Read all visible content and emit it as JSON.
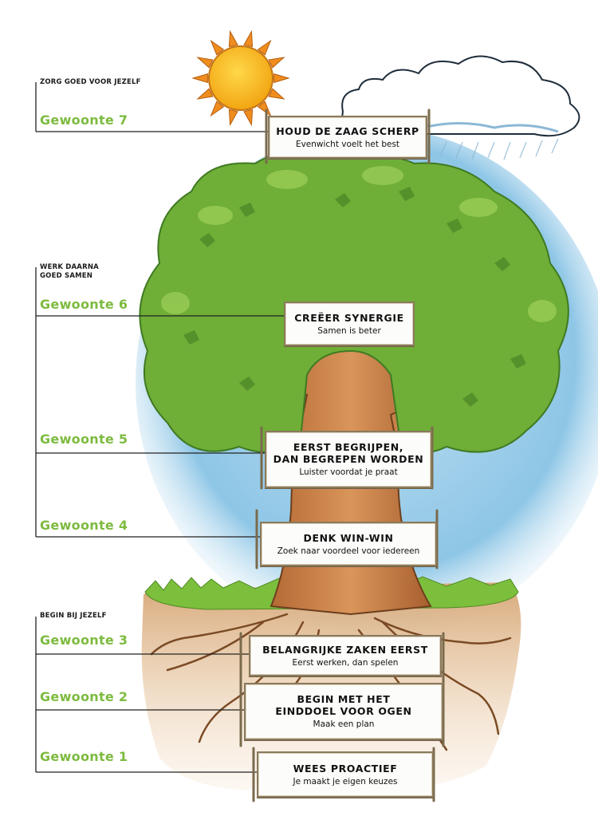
{
  "groups": [
    {
      "label": "ZORG GOED VOOR JEZELF"
    },
    {
      "label": "WERK DAARNA GOED SAMEN"
    },
    {
      "label": "BEGIN BIJ JEZELF"
    }
  ],
  "habits": [
    {
      "label": "Gewoonte 7",
      "title": "HOUD DE ZAAG SCHERP",
      "subtitle": "Evenwicht voelt het best"
    },
    {
      "label": "Gewoonte 6",
      "title": "CREËER SYNERGIE",
      "subtitle": "Samen is beter"
    },
    {
      "label": "Gewoonte 5",
      "title": "EERST BEGRIJPEN,\nDAN BEGREPEN WORDEN",
      "subtitle": "Luister voordat je praat"
    },
    {
      "label": "Gewoonte 4",
      "title": "DENK WIN-WIN",
      "subtitle": "Zoek naar voordeel voor iedereen"
    },
    {
      "label": "Gewoonte 3",
      "title": "BELANGRIJKE ZAKEN EERST",
      "subtitle": "Eerst werken, dan spelen"
    },
    {
      "label": "Gewoonte 2",
      "title": "BEGIN MET HET\nEINDDOEL VOOR OGEN",
      "subtitle": "Maak een plan"
    },
    {
      "label": "Gewoonte 1",
      "title": "WEES PROACTIEF",
      "subtitle": "Je maakt je eigen keuzes"
    }
  ],
  "colors": {
    "habit_green": "#7dbb3f",
    "leaf": "#6fae37",
    "leaf_dark": "#3f7a22",
    "trunk": "#c9814a",
    "sky": "#8ec6e6",
    "soil": "#e2b98c",
    "grass": "#7cbf3c",
    "sun": "#f7b51e",
    "sun_ray": "#ef8d1f"
  },
  "icons": [
    "sun-icon",
    "cloud-icon",
    "tree-icon"
  ]
}
